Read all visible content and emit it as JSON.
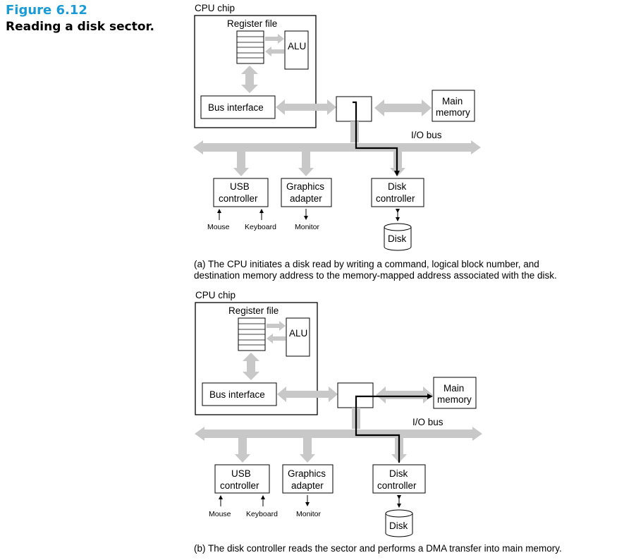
{
  "figure": {
    "number": "Figure 6.12",
    "title": "Reading a disk sector."
  },
  "colors": {
    "figure_number": "#1a9ad6",
    "arrow_gray": "#c8c8c8"
  },
  "panels": [
    {
      "cpu_chip": "CPU chip",
      "register_file": "Register file",
      "alu": "ALU",
      "bus_interface": "Bus interface",
      "main_memory_line1": "Main",
      "main_memory_line2": "memory",
      "io_bus": "I/O bus",
      "usb_line1": "USB",
      "usb_line2": "controller",
      "graphics_line1": "Graphics",
      "graphics_line2": "adapter",
      "disk_ctrl_line1": "Disk",
      "disk_ctrl_line2": "controller",
      "mouse": "Mouse",
      "keyboard": "Keyboard",
      "monitor": "Monitor",
      "disk": "Disk",
      "caption_line1": "(a) The CPU initiates a disk read by writing a command, logical block number, and",
      "caption_line2": "destination memory address to the memory-mapped address associated with the disk."
    },
    {
      "cpu_chip": "CPU chip",
      "register_file": "Register file",
      "alu": "ALU",
      "bus_interface": "Bus interface",
      "main_memory_line1": "Main",
      "main_memory_line2": "memory",
      "io_bus": "I/O bus",
      "usb_line1": "USB",
      "usb_line2": "controller",
      "graphics_line1": "Graphics",
      "graphics_line2": "adapter",
      "disk_ctrl_line1": "Disk",
      "disk_ctrl_line2": "controller",
      "mouse": "Mouse",
      "keyboard": "Keyboard",
      "monitor": "Monitor",
      "disk": "Disk",
      "caption_line1": "(b) The disk controller reads the sector and performs a DMA transfer into main memory.",
      "caption_line2": ""
    }
  ]
}
